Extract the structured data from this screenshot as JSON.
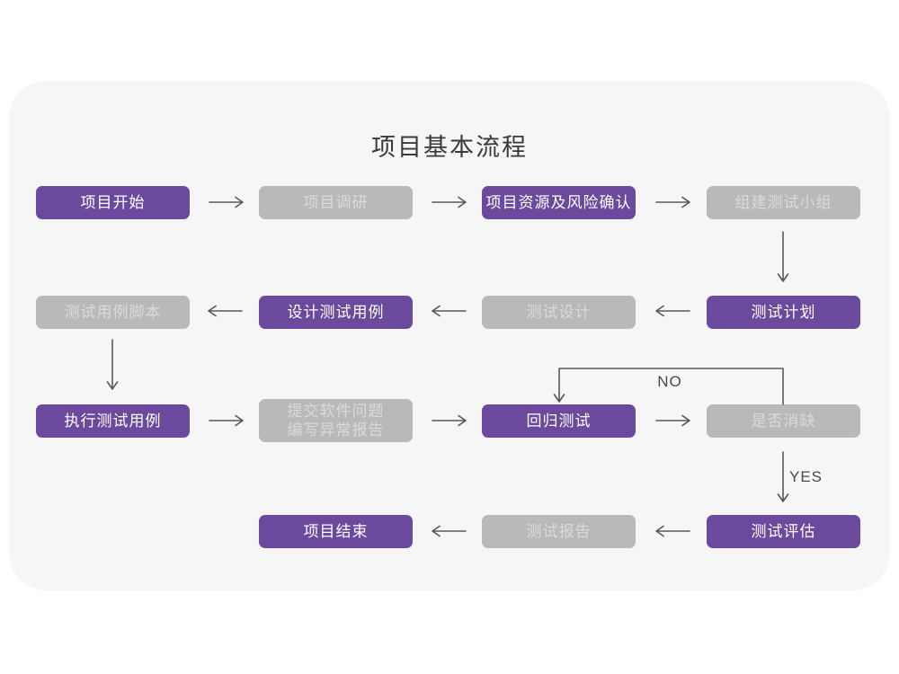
{
  "page": {
    "title": "项目基本流程"
  },
  "colors": {
    "node_purple": "#6b4a9d",
    "node_gray": "#b9b9b9",
    "node_gray_text": "#dadada",
    "card_background": "#f6f6f7",
    "page_background": "#ffffff",
    "arrow": "#58585b",
    "title_text": "#3a3a3a"
  },
  "nodes": [
    {
      "label": "项目开始",
      "variant": "purple"
    },
    {
      "label": "项目调研",
      "variant": "gray"
    },
    {
      "label": "项目资源及风险确认",
      "variant": "purple"
    },
    {
      "label": "组建测试小组",
      "variant": "gray"
    },
    {
      "label": "测试用例脚本",
      "variant": "gray"
    },
    {
      "label": "设计测试用例",
      "variant": "purple"
    },
    {
      "label": "测试设计",
      "variant": "gray"
    },
    {
      "label": "测试计划",
      "variant": "purple"
    },
    {
      "label": "执行测试用例",
      "variant": "purple"
    },
    {
      "label": "提交软件问题",
      "label2": "编写异常报告",
      "variant": "gray"
    },
    {
      "label": "回归测试",
      "variant": "purple"
    },
    {
      "label": "是否消缺",
      "variant": "gray"
    },
    {
      "label": "项目结束",
      "variant": "purple"
    },
    {
      "label": "测试报告",
      "variant": "gray"
    },
    {
      "label": "测试评估",
      "variant": "purple"
    }
  ],
  "edge_labels": {
    "no": "NO",
    "yes": "YES"
  }
}
